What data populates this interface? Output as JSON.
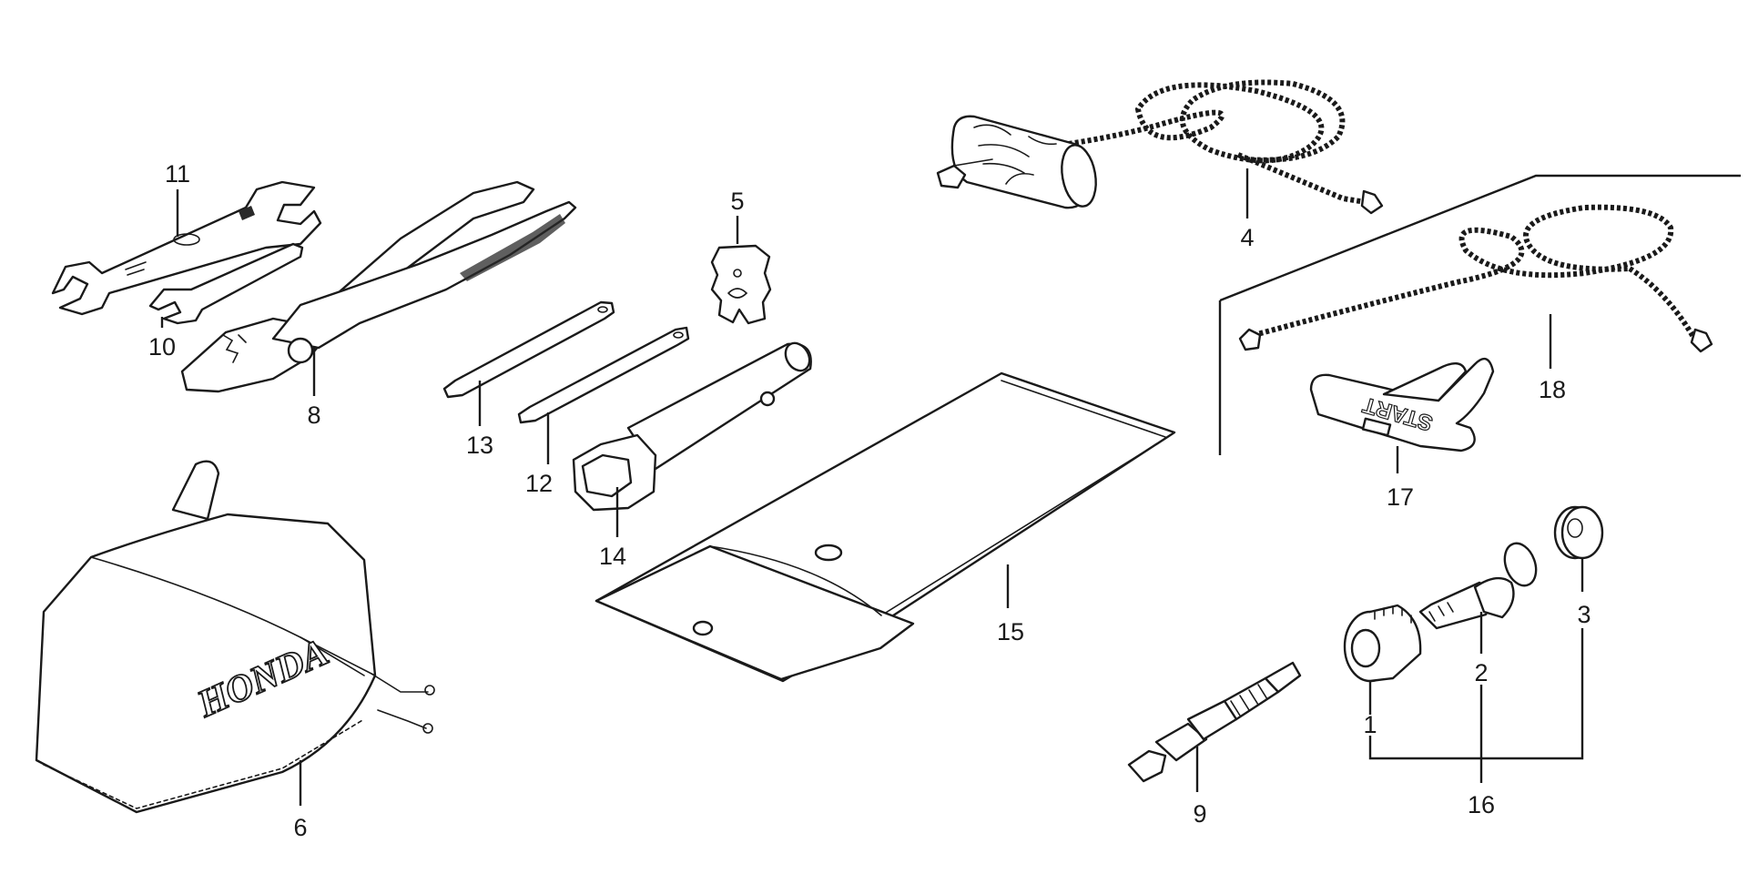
{
  "callouts": {
    "c1": "1",
    "c2": "2",
    "c3": "3",
    "c4": "4",
    "c5": "5",
    "c6": "6",
    "c8": "8",
    "c9": "9",
    "c10": "10",
    "c11": "11",
    "c12": "12",
    "c13": "13",
    "c14": "14",
    "c15": "15",
    "c16": "16",
    "c17": "17",
    "c18": "18"
  },
  "markings": {
    "cover_brand": "HONDA",
    "starter_handle": "START"
  }
}
